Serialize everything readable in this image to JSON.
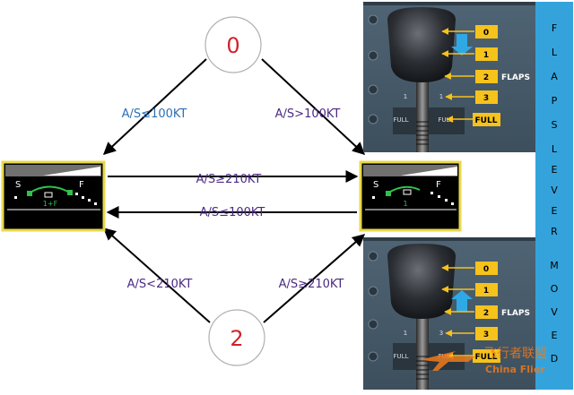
{
  "states": {
    "top": "0",
    "bottom": "2"
  },
  "transitions": {
    "top_to_left": "A/S≤100KT",
    "top_to_right": "A/S>100KT",
    "left_to_right": "A/S≥210KT",
    "right_to_left": "A/S≤100KT",
    "bottom_to_left": "A/S<210KT",
    "bottom_to_right": "A/S≥210KT"
  },
  "ecam_left": {
    "s": "S",
    "f": "F",
    "config": "1+F"
  },
  "ecam_right": {
    "s": "S",
    "f": "F",
    "config": "1"
  },
  "lever_panel": {
    "detents": [
      "0",
      "1",
      "2",
      "3",
      "FULL"
    ],
    "flaps_label": "FLAPS",
    "scale_one": "1",
    "scale_three": "3",
    "scale_full": "FULL"
  },
  "side_banner": {
    "letters": [
      "F",
      "L",
      "A",
      "P",
      "S",
      "L",
      "E",
      "V",
      "E",
      "R",
      "M",
      "O",
      "V",
      "E",
      "D"
    ]
  },
  "watermark": {
    "cn": "飞行者联盟",
    "en": "China Flier"
  },
  "colors": {
    "state_number": "#d0242a",
    "transition_label": "#4b2a82",
    "top_left_label": "#2e6fb4",
    "ecam_border": "#e8d84a",
    "detent_fill": "#f6c21c",
    "banner": "#34a3dc",
    "lever_arrow_blue": "#2fa9e6"
  }
}
